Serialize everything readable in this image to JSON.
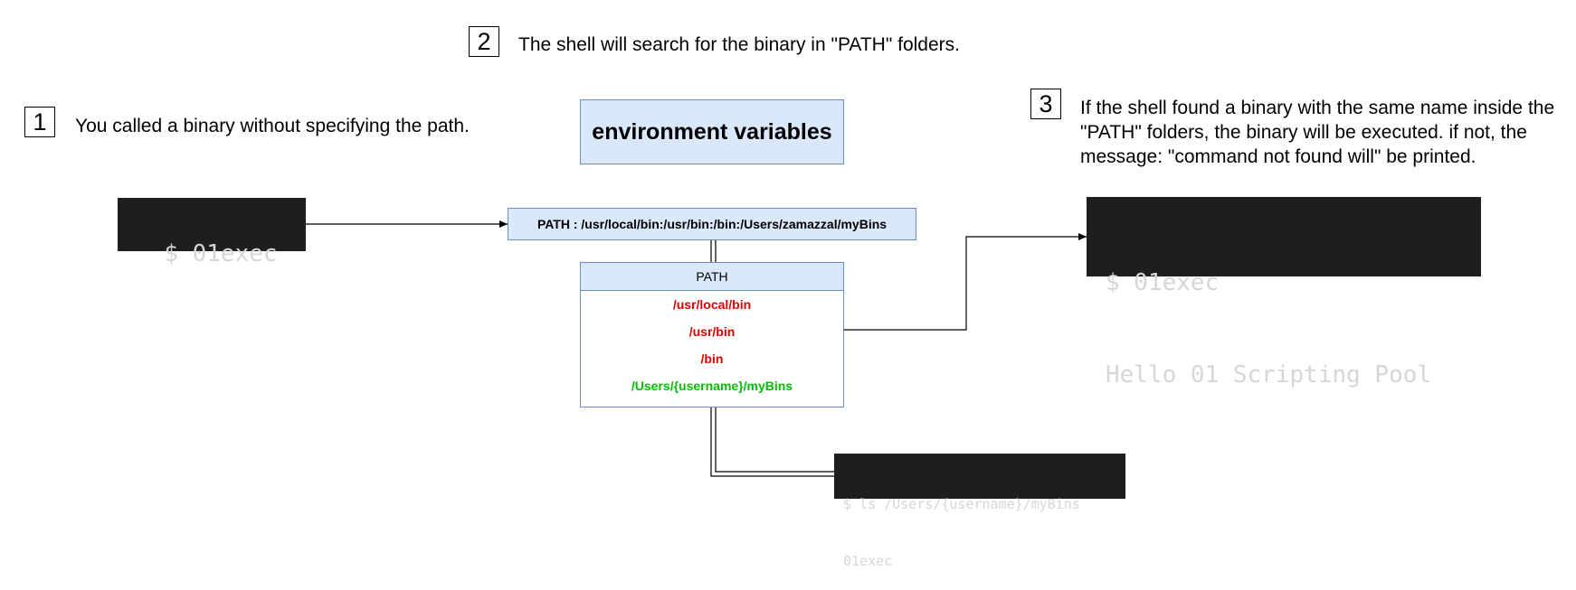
{
  "steps": [
    {
      "number": "1",
      "text": "You called a binary without specifying the path."
    },
    {
      "number": "2",
      "text": "The shell will search for the binary in \"PATH\" folders."
    },
    {
      "number": "3",
      "text": "If the shell found a binary with the same name inside the \"PATH\" folders, the binary will be executed. if not, the message: \"command not found will\" be printed."
    }
  ],
  "input_terminal": {
    "line": "$ 01exec"
  },
  "env_box": {
    "label": "environment variables"
  },
  "path_var": {
    "label": "PATH : /usr/local/bin:/usr/bin:/bin:/Users/zamazzal/myBins"
  },
  "path_table": {
    "header": "PATH",
    "rows": [
      {
        "text": "/usr/local/bin",
        "color": "#e00000"
      },
      {
        "text": "/usr/bin",
        "color": "#e00000"
      },
      {
        "text": "/bin",
        "color": "#e00000"
      },
      {
        "text": "/Users/{username}/myBins",
        "color": "#00c000"
      }
    ]
  },
  "ls_terminal": {
    "line1": "$ ls /Users/{username}/myBins",
    "line2": "01exec"
  },
  "output_terminal": {
    "line1": "$ 01exec",
    "line2": "Hello 01 Scripting Pool"
  },
  "colors": {
    "terminal_bg": "#1e1e1e",
    "box_fill": "#dae8fc",
    "box_border": "#6c8ebf"
  }
}
